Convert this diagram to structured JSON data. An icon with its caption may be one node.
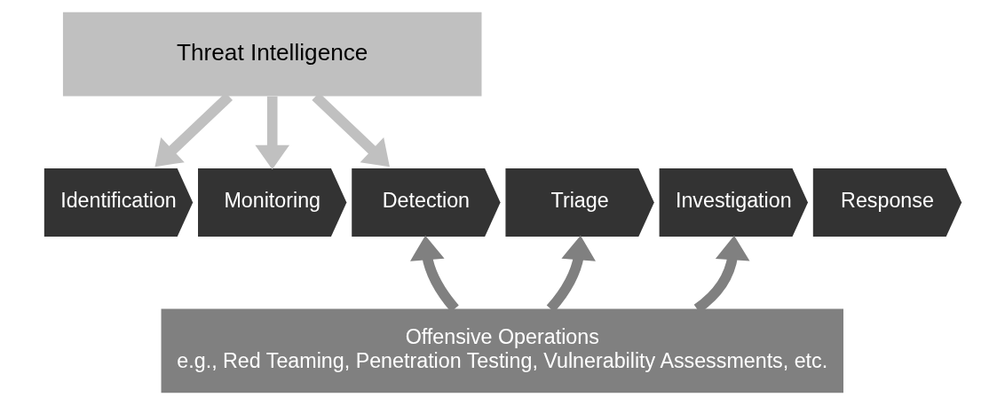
{
  "diagram": {
    "nodes": [
      {
        "text": [
          "Threat Intelligence"
        ]
      },
      {
        "text": [
          "Identification"
        ]
      },
      {
        "text": [
          "Monitoring"
        ]
      },
      {
        "text": [
          "Detection"
        ]
      },
      {
        "text": [
          "Triage"
        ]
      },
      {
        "text": [
          "Investigation"
        ]
      },
      {
        "text": [
          "Response"
        ]
      },
      {
        "text": [
          "Offensive Operations",
          "e.g., Red Teaming, Penetration Testing, Vulnerability Assessments, etc."
        ]
      }
    ],
    "edges": [
      {
        "from": 0,
        "to": 1,
        "arrow": "to",
        "color": "#c0c0c0"
      },
      {
        "from": 0,
        "to": 2,
        "arrow": "to",
        "color": "#c0c0c0"
      },
      {
        "from": 0,
        "to": 3,
        "arrow": "to",
        "color": "#c0c0c0"
      },
      {
        "from": 7,
        "to": 3,
        "arrow": "to",
        "color": "#808080"
      },
      {
        "from": 7,
        "to": 4,
        "arrow": "to",
        "color": "#808080"
      },
      {
        "from": 7,
        "to": 5,
        "arrow": "to",
        "color": "#808080"
      }
    ]
  }
}
